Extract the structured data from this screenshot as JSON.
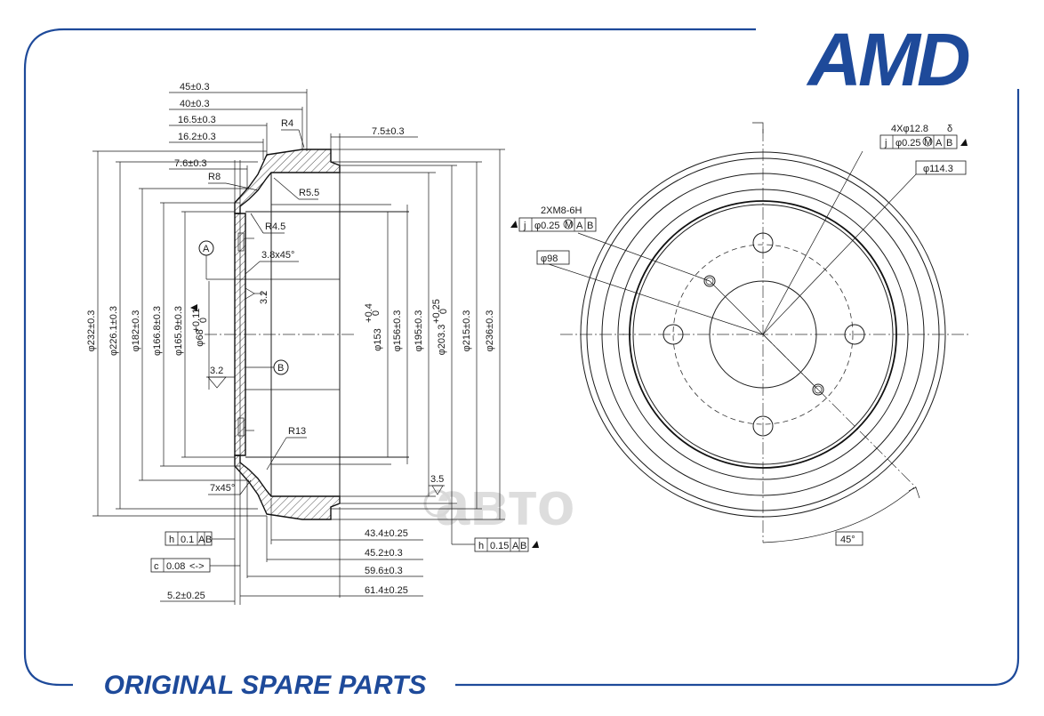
{
  "brand": {
    "logo_text": "AMD",
    "footer_text": "ORIGINAL SPARE PARTS",
    "watermark_text": "авто",
    "frame_color": "#1e4a9a"
  },
  "side_view": {
    "top_dims": [
      "45±0.3",
      "40±0.3",
      "16.5±0.3",
      "16.2±0.3",
      "7.6±0.3"
    ],
    "right_top_dim": "7.5±0.3",
    "radii": [
      "R4",
      "R8",
      "R5.5",
      "R4.5",
      "R13"
    ],
    "chamfer": "3.8x45°",
    "chamfer_bottom": "7x45°",
    "roughness": [
      "3.2",
      "3.2",
      "3.5"
    ],
    "datum_a": "A",
    "datum_b": "B",
    "left_diameters": [
      "φ232±0.3",
      "φ226.1±0.3",
      "φ182±0.3",
      "φ166.8±0.3",
      "φ165.9±0.3",
      "φ68"
    ],
    "hub_tol": "+0.11",
    "hub_tol_low": "0",
    "right_diameters": [
      "φ153",
      "φ156±0.3",
      "φ195±0.3",
      "φ203.3",
      "φ215±0.3",
      "φ236±0.3"
    ],
    "d153_tol": "+0.4",
    "d153_tol_low": "0",
    "d203_tol": "+0.25",
    "d203_tol_low": "0",
    "bottom_dims": [
      "43.4±0.25",
      "45.2±0.3",
      "59.6±0.3",
      "61.4±0.25",
      "5.2±0.25"
    ],
    "fcf_h1": [
      "h",
      "0.1",
      "A",
      "B"
    ],
    "fcf_c": [
      "c",
      "0.08",
      "<->"
    ],
    "fcf_h2": [
      "h",
      "0.15",
      "A",
      "B"
    ]
  },
  "front_view": {
    "bolt_holes": "4Xφ12.8",
    "bolt_holes_depth": "δ",
    "fcf_j1": [
      "j",
      "φ0.25",
      "M",
      "A",
      "B"
    ],
    "pcd": "φ114.3",
    "threaded": "2XM8-6H",
    "fcf_j2": [
      "j",
      "φ0.25",
      "M",
      "A",
      "B"
    ],
    "center_bore": "φ98",
    "angle": "45°"
  }
}
